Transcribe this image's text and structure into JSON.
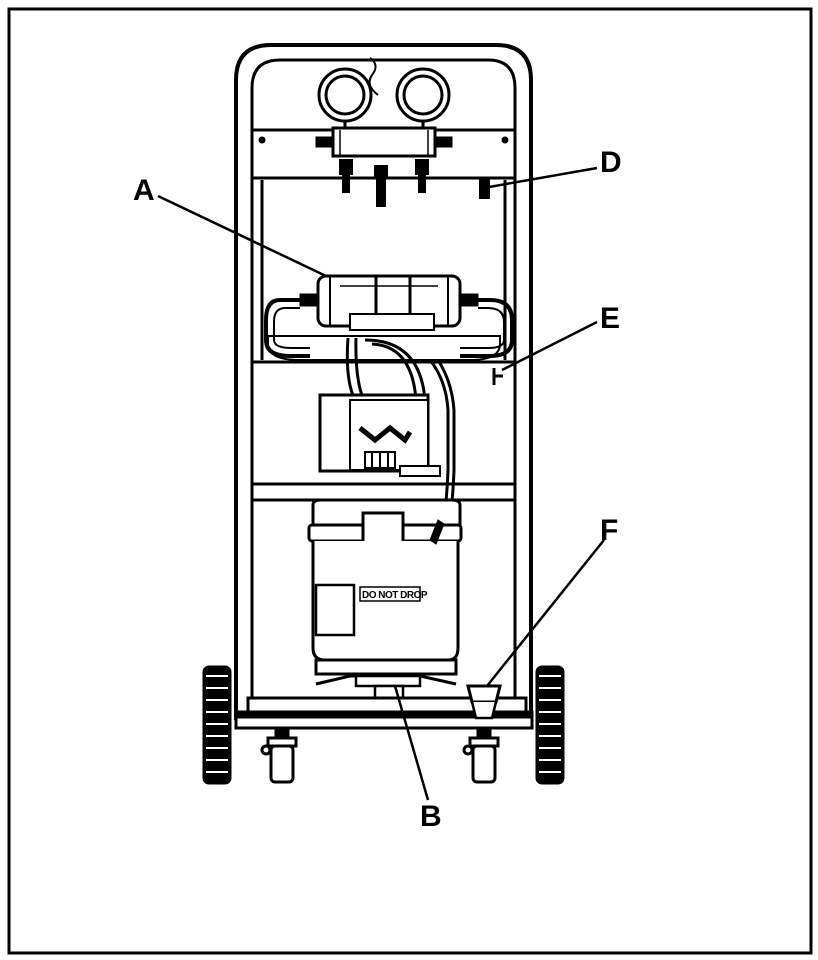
{
  "callouts": {
    "a": "A",
    "b": "B",
    "d": "D",
    "e": "E",
    "f": "F"
  },
  "tank_label": "DO NOT DROP",
  "colors": {
    "line": "#000000",
    "background": "#ffffff"
  }
}
